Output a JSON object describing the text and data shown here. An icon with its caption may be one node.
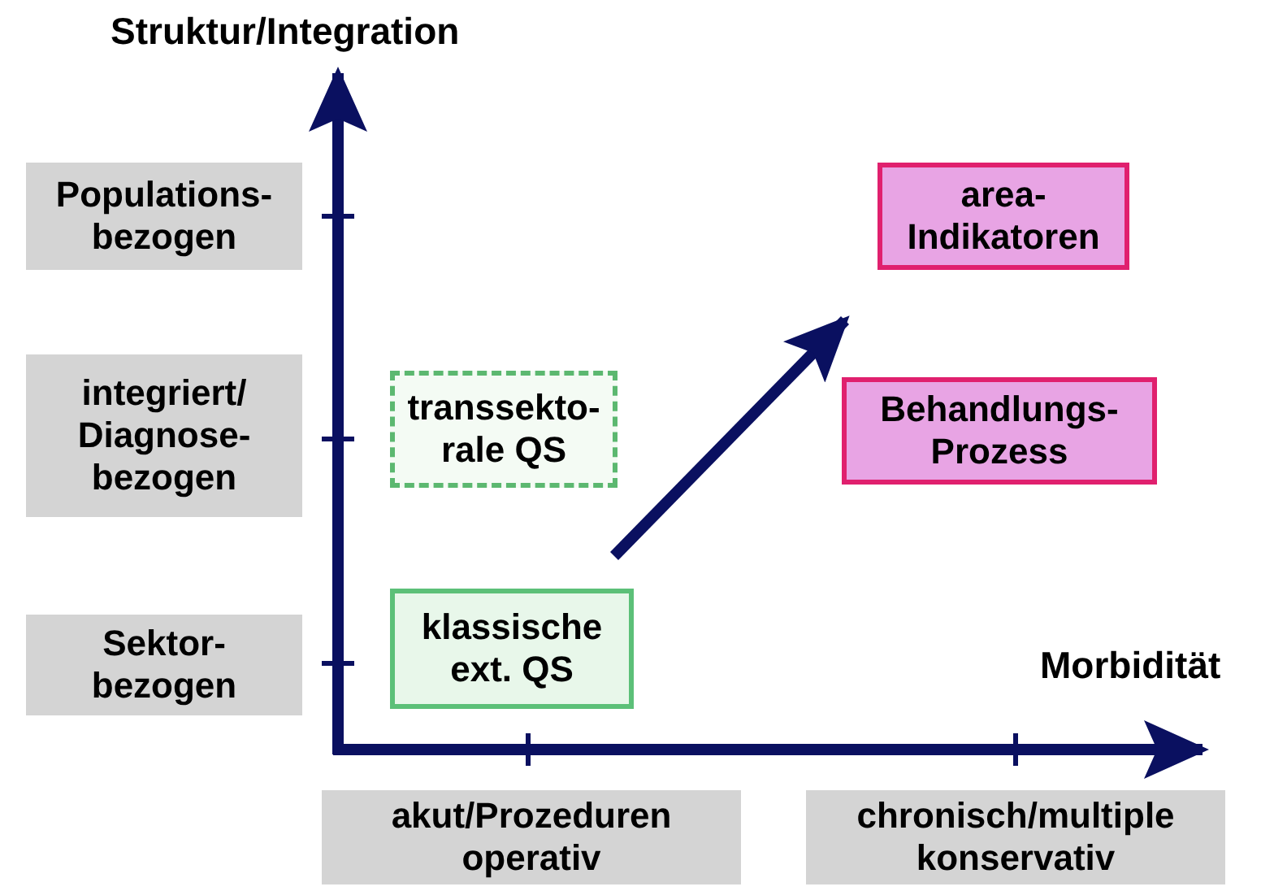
{
  "diagram": {
    "nodes": [
      {
        "text": [
          "Populations- bezogen"
        ]
      },
      {
        "text": [
          "integriert/ Diagnose- bezogen"
        ]
      },
      {
        "text": [
          "Sektor- bezogen"
        ]
      },
      {
        "text": [
          "transsekto- rale QS"
        ]
      },
      {
        "text": [
          "klassische ext. QS"
        ]
      },
      {
        "text": [
          "area- Indikatoren"
        ]
      },
      {
        "text": [
          "Behandlungs- Prozess"
        ]
      },
      {
        "text": [
          "akut/Prozeduren operativ"
        ]
      },
      {
        "text": [
          "chronisch/multiple konservativ"
        ]
      }
    ],
    "labels": [
      "Struktur/Integration",
      "Morbidität"
    ]
  }
}
